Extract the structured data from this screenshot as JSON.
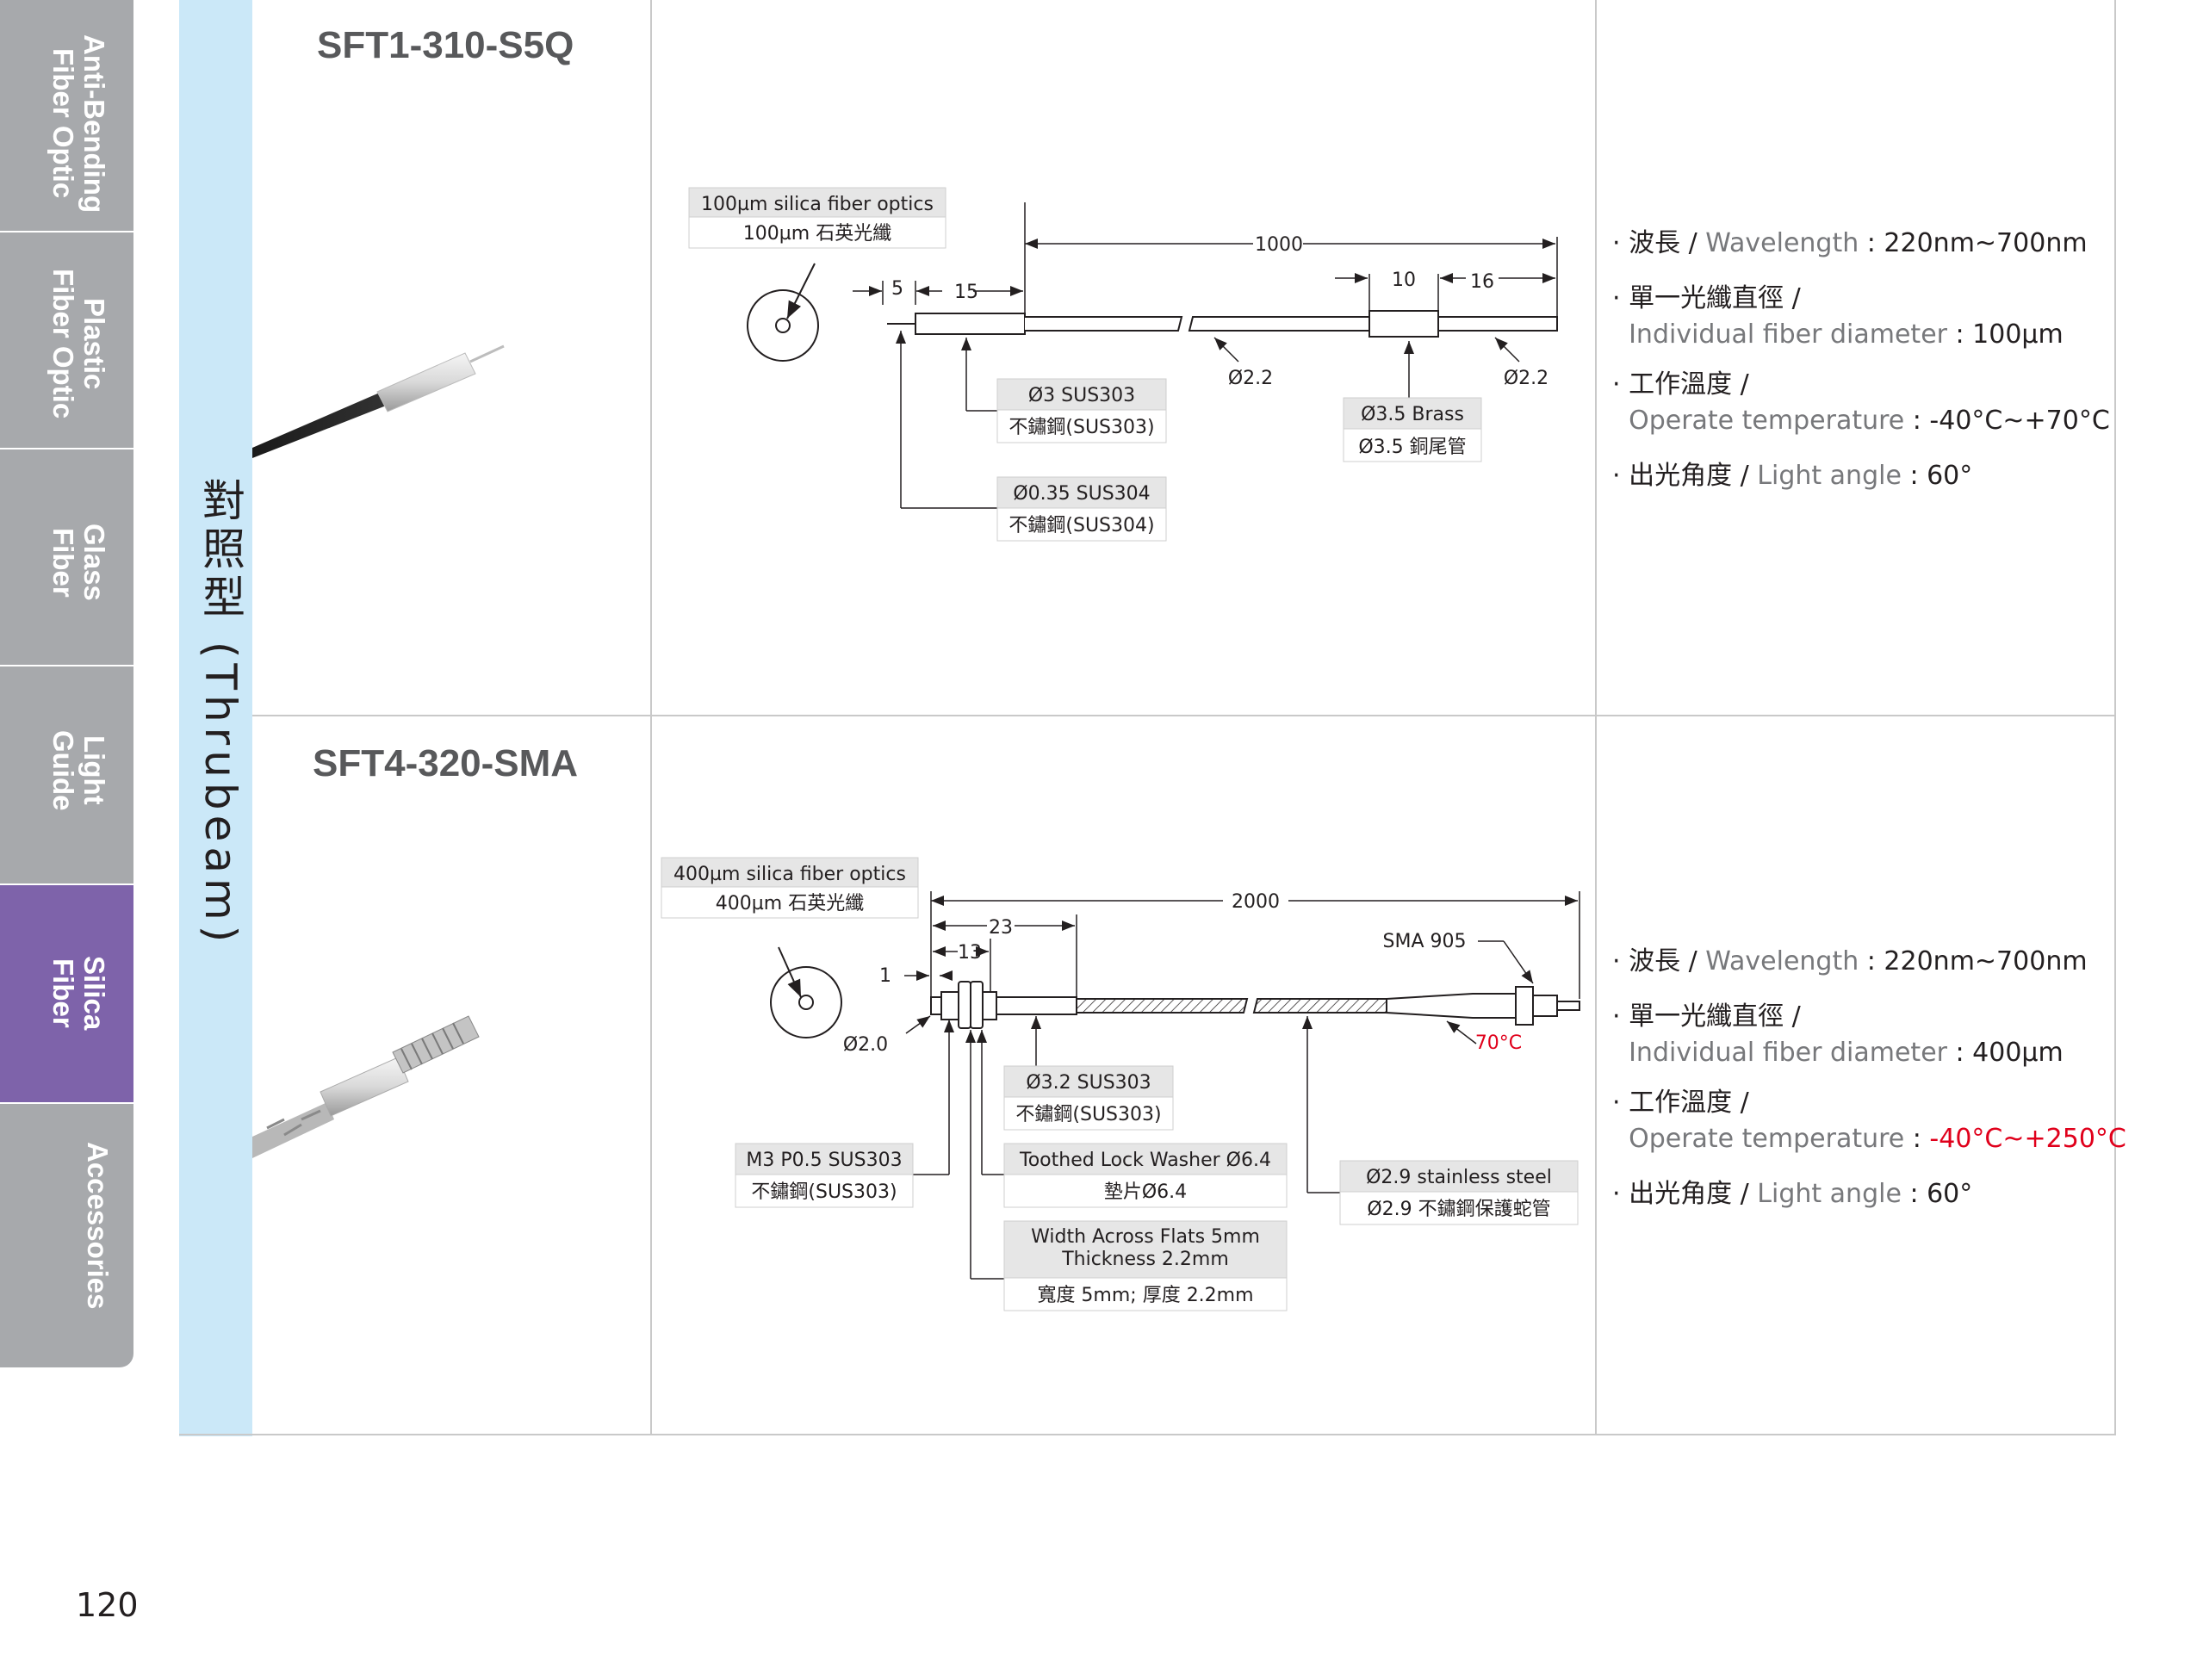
{
  "side_tabs": [
    {
      "label": "Anti-Bending\nFiber Optic",
      "active": false
    },
    {
      "label": "Plastic\nFiber Optic",
      "active": false
    },
    {
      "label": "Glass\nFiber",
      "active": false
    },
    {
      "label": "Light\nGuide",
      "active": false
    },
    {
      "label": "Silica\nFiber",
      "active": true
    },
    {
      "label": "Accessories",
      "active": false
    }
  ],
  "category": "對照型 (Thrubeam)",
  "page_number": "120",
  "colors": {
    "tab_gray": "#a7a9ac",
    "tab_active": "#7e63aa",
    "category_bar": "#cbe8f8",
    "highlight_red": "#e0001b"
  },
  "products": [
    {
      "model": "SFT1-310-S5Q",
      "drawing": {
        "fiber_label_en": "100µm silica fiber optics",
        "fiber_label_zh": "100µm 石英光纖",
        "dim_total": "1000",
        "dim_5": "5",
        "dim_15": "15",
        "dim_10": "10",
        "dim_16": "16",
        "dia_mid": "Ø2.2",
        "dia_end": "Ø2.2",
        "sleeve_en": "Ø3   SUS303",
        "sleeve_zh": "不鏽鋼(SUS303)",
        "brass_en": "Ø3.5 Brass",
        "brass_zh": "Ø3.5 銅尾管",
        "needle_en": "Ø0.35 SUS304",
        "needle_zh": "不鏽鋼(SUS304)"
      },
      "specs": {
        "wavelength": {
          "zh": "波長",
          "en": "Wavelength",
          "value": "220nm~700nm"
        },
        "core": {
          "zh": "單一光纖直徑",
          "en": "Individual fiber diameter",
          "value": "100µm"
        },
        "temp": {
          "zh": "工作溫度",
          "en": "Operate temperature",
          "value": "-40°C~+70°C"
        },
        "angle": {
          "zh": "出光角度",
          "en": "Light angle",
          "value": "60°"
        }
      }
    },
    {
      "model": "SFT4-320-SMA",
      "drawing": {
        "fiber_label_en": "400µm silica fiber optics",
        "fiber_label_zh": "400µm 石英光纖",
        "dim_total": "2000",
        "dim_23": "23",
        "dim_13": "13",
        "dim_1": "1",
        "dia_tip": "Ø2.0",
        "sma": "SMA 905",
        "sma_temp": "70°C",
        "sleeve_en": "Ø3.2 SUS303",
        "sleeve_zh": "不鏽鋼(SUS303)",
        "thread_en": "M3 P0.5 SUS303",
        "thread_zh": "不鏽鋼(SUS303)",
        "washer_en": "Toothed Lock Washer Ø6.4",
        "washer_zh": "墊片Ø6.4",
        "nut_en1": "Width Across Flats 5mm",
        "nut_en2": "Thickness 2.2mm",
        "nut_zh": "寬度 5mm; 厚度 2.2mm",
        "tube_en": "Ø2.9 stainless steel",
        "tube_zh": "Ø2.9 不鏽鋼保護蛇管"
      },
      "specs": {
        "wavelength": {
          "zh": "波長",
          "en": "Wavelength",
          "value": "220nm~700nm"
        },
        "core": {
          "zh": "單一光纖直徑",
          "en": "Individual fiber diameter",
          "value": "400µm"
        },
        "temp": {
          "zh": "工作溫度",
          "en": "Operate temperature",
          "value": "-40°C~+250°C"
        },
        "angle": {
          "zh": "出光角度",
          "en": "Light angle",
          "value": "60°"
        }
      }
    }
  ]
}
